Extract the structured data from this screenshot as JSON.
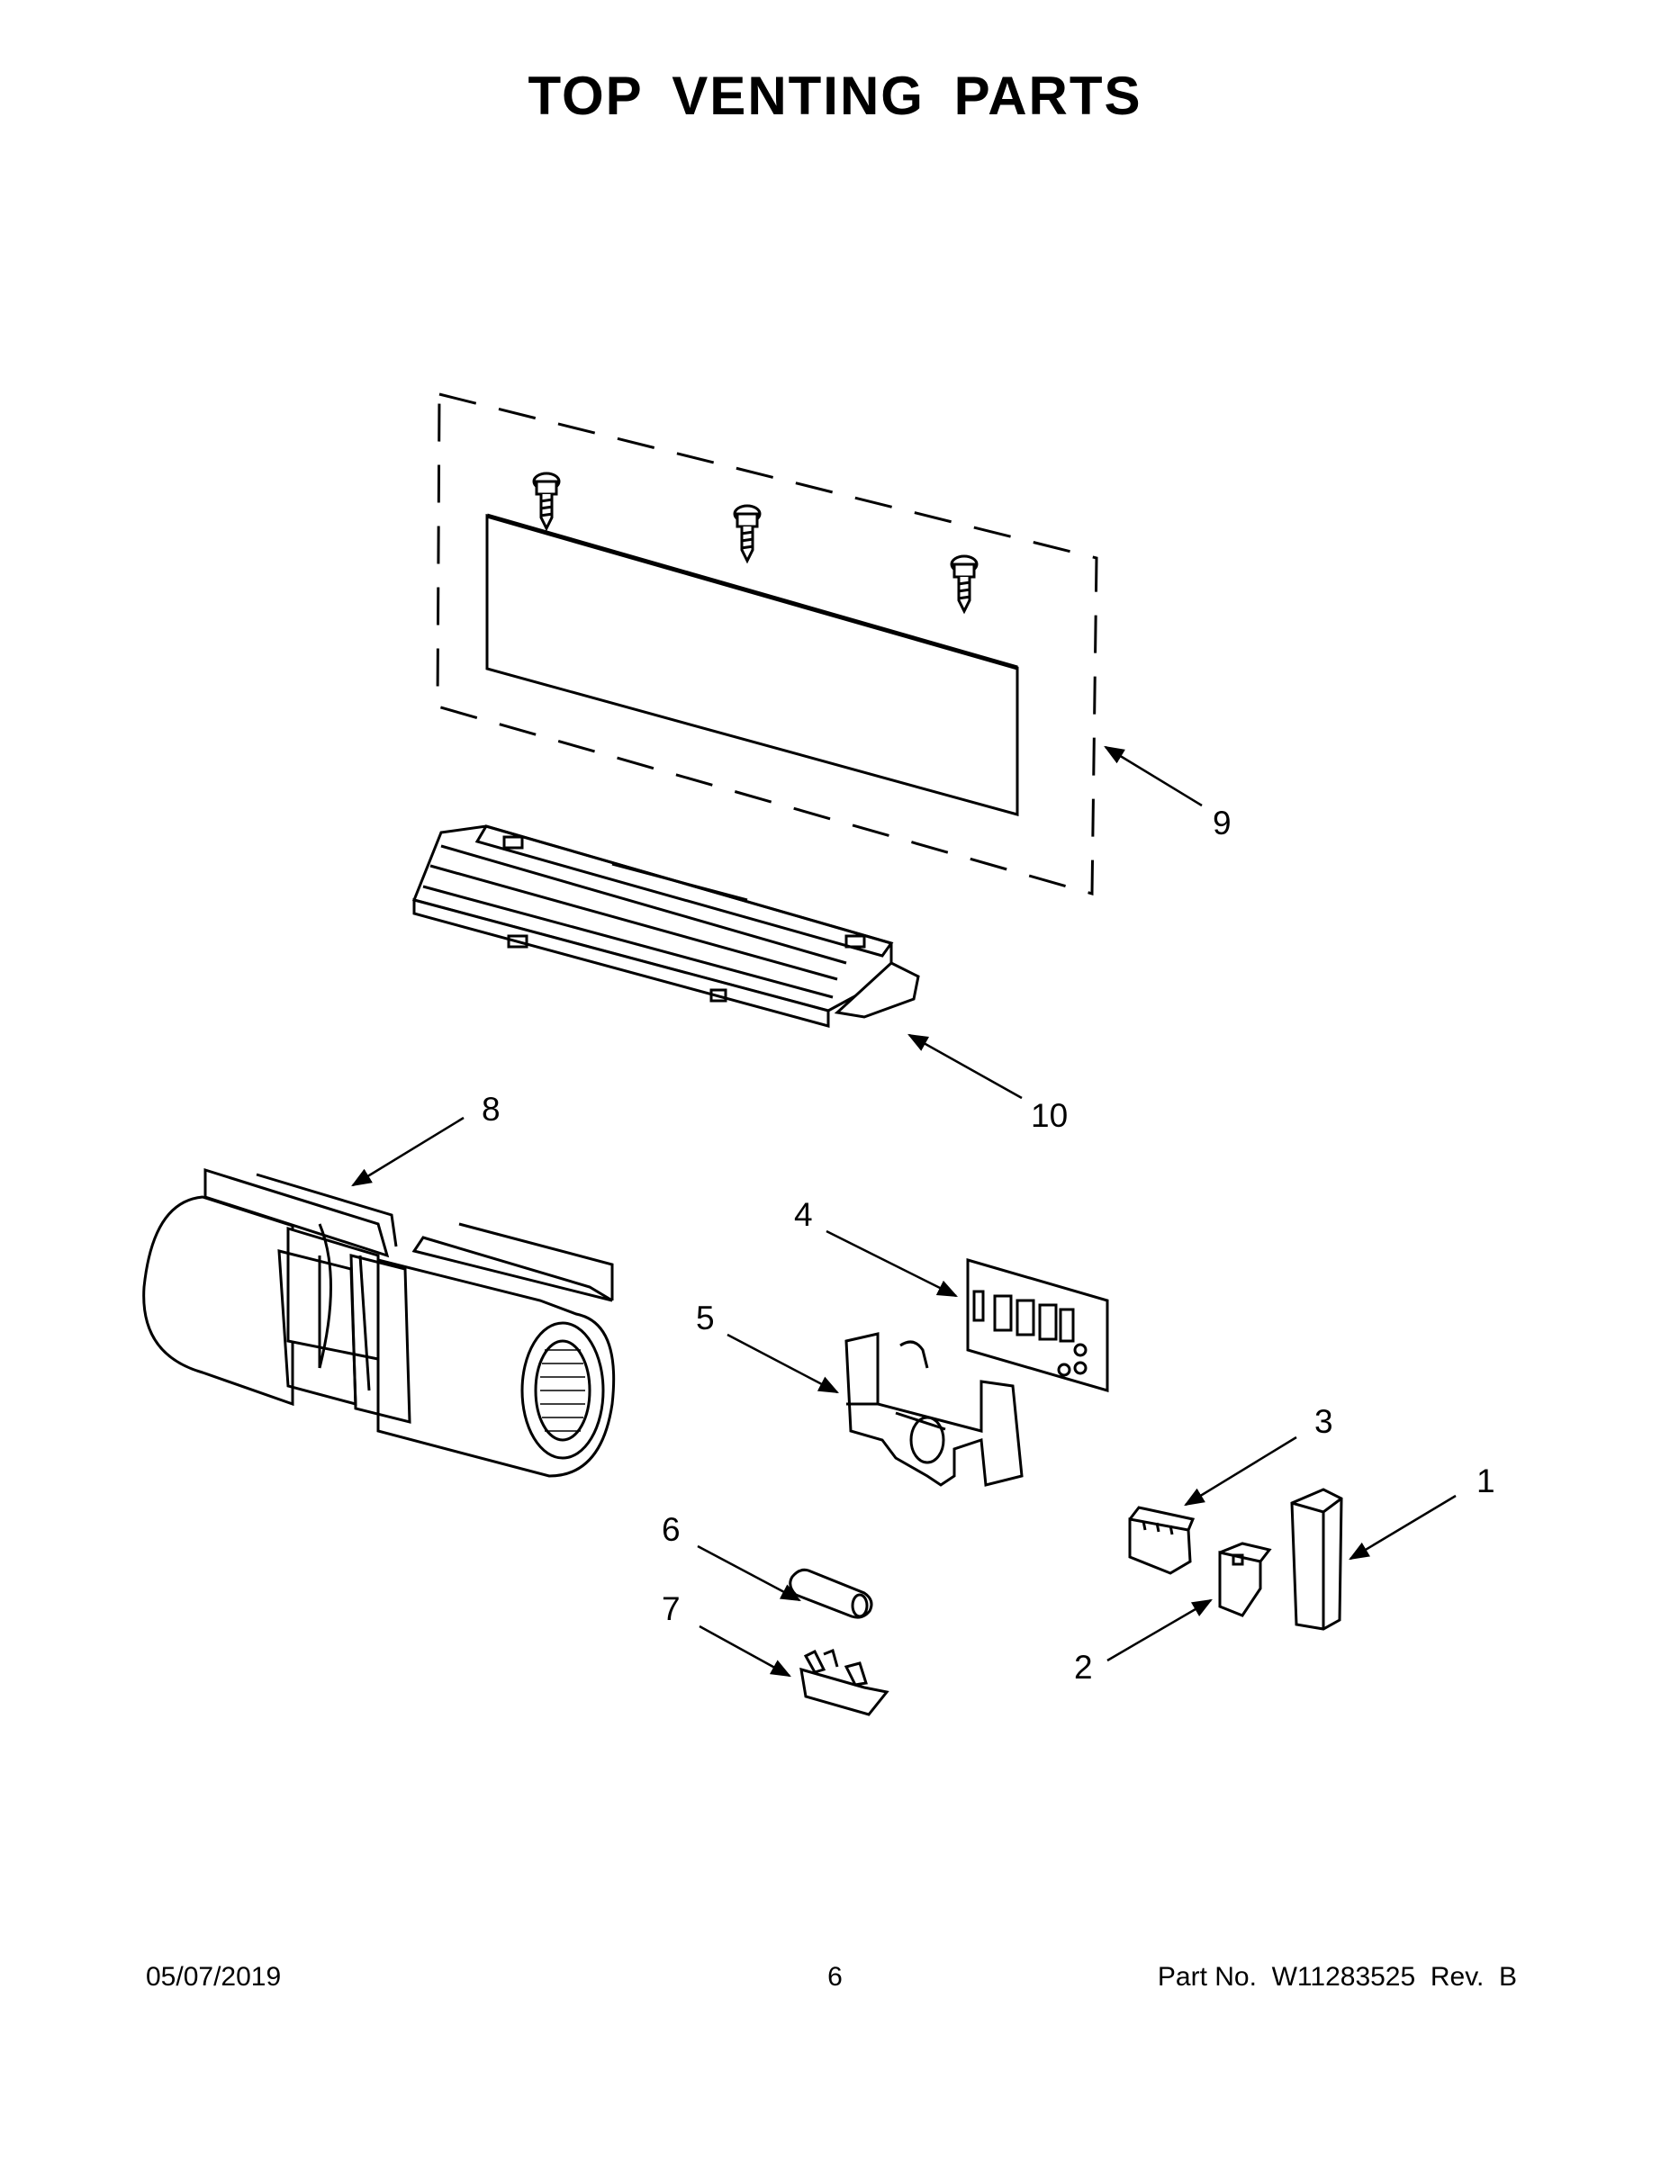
{
  "title": "TOP VENTING PARTS",
  "callouts": {
    "c1": "1",
    "c2": "2",
    "c3": "3",
    "c4": "4",
    "c5": "5",
    "c6": "6",
    "c7": "7",
    "c8": "8",
    "c9": "9",
    "c10": "10"
  },
  "footer": {
    "date": "05/07/2019",
    "page_number": "6",
    "part_number": "Part No.  W11283525  Rev.  B"
  },
  "colors": {
    "line": "#000000",
    "background": "#ffffff"
  }
}
